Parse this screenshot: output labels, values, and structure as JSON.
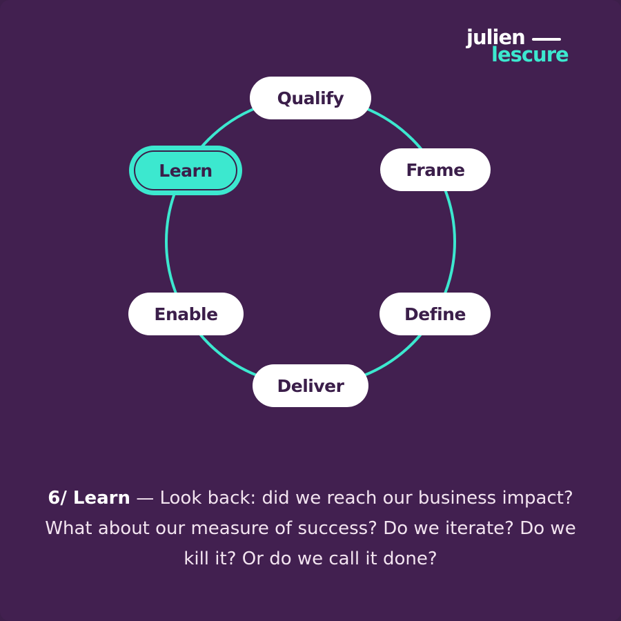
{
  "logo": {
    "line1": "julien",
    "line2": "lescure"
  },
  "colors": {
    "background": "#422050",
    "accent": "#3ce8cf",
    "node": "#ffffff",
    "node_text": "#3b1e4a"
  },
  "cycle": {
    "steps": [
      {
        "label": "Qualify",
        "active": false
      },
      {
        "label": "Frame",
        "active": false
      },
      {
        "label": "Define",
        "active": false
      },
      {
        "label": "Deliver",
        "active": false
      },
      {
        "label": "Enable",
        "active": false
      },
      {
        "label": "Learn",
        "active": true
      }
    ]
  },
  "caption": {
    "lead": "6/ Learn",
    "text": " — Look back: did we reach our business impact? What about our measure of success? Do we iterate? Do we kill it? Or do we call it done?"
  }
}
